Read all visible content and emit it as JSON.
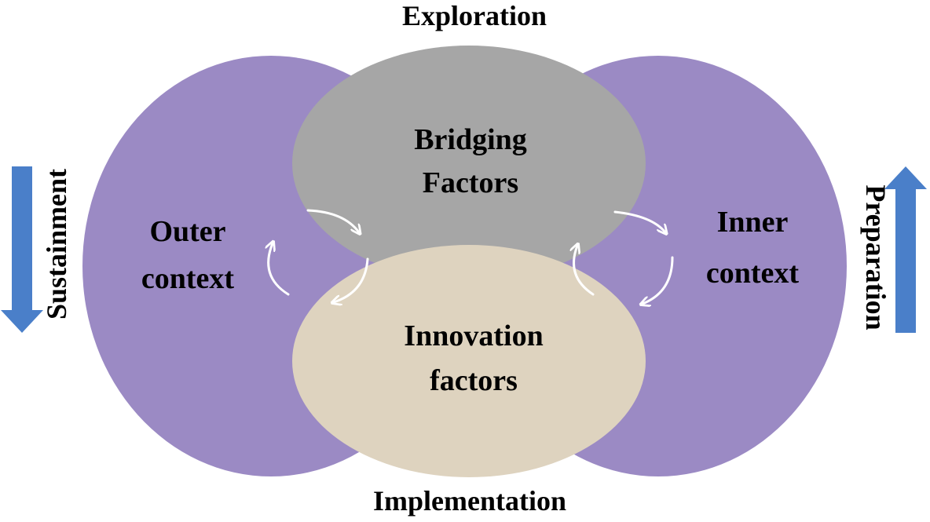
{
  "stages": {
    "top": "Exploration",
    "bottom": "Implementation",
    "left": "Sustainment",
    "right": "Preparation"
  },
  "nodes": {
    "bridging": {
      "line1": "Bridging",
      "line2": "Factors"
    },
    "innovation": {
      "line1": "Innovation",
      "line2": "factors"
    },
    "outer": {
      "line1": "Outer",
      "line2": "context"
    },
    "inner": {
      "line1": "Inner",
      "line2": "context"
    }
  },
  "colors": {
    "context": "#9b8ac4",
    "bridging": "#a6a6a6",
    "innovation": "#ded3bf",
    "stage_arrow": "#4a7fc9",
    "cycle_arrow": "#ffffff"
  }
}
